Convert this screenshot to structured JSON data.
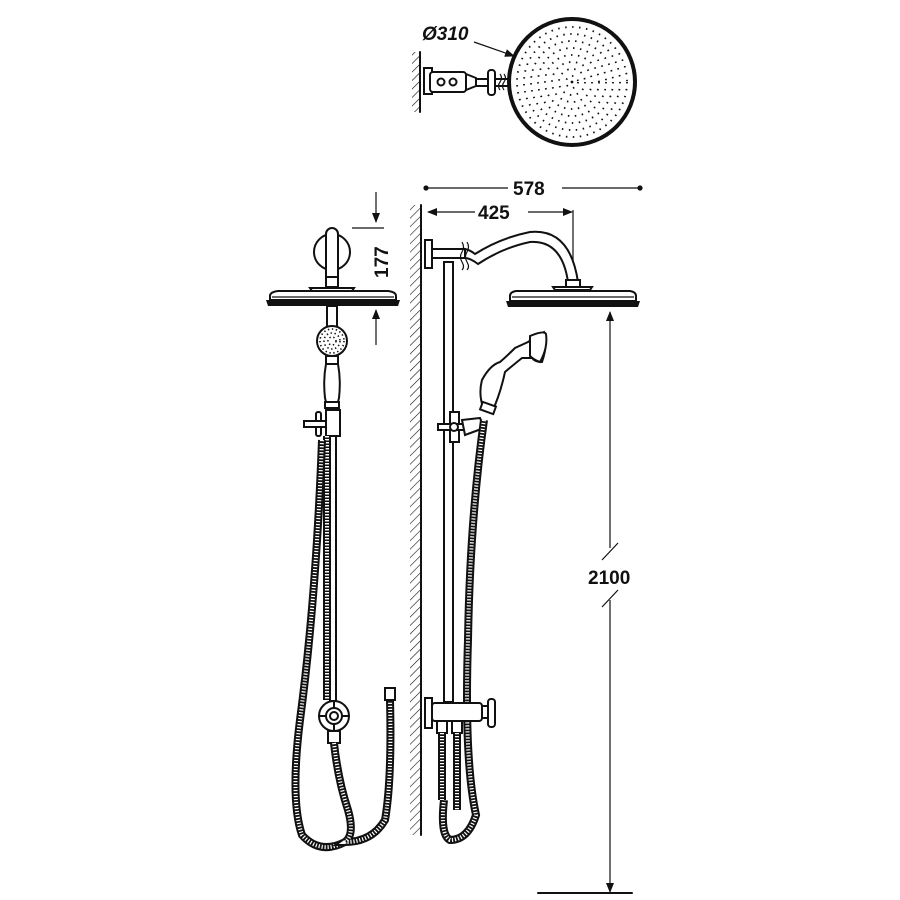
{
  "drawing": {
    "subject": "Shower column technical drawing",
    "views": [
      "top-view-shower-head",
      "front-view",
      "side-view"
    ]
  },
  "dimensions": {
    "head_diameter": "Ø310",
    "overall_projection": "578",
    "arm_projection": "425",
    "head_height_offset": "177",
    "head_height_from_floor": "2100"
  },
  "units": "mm"
}
